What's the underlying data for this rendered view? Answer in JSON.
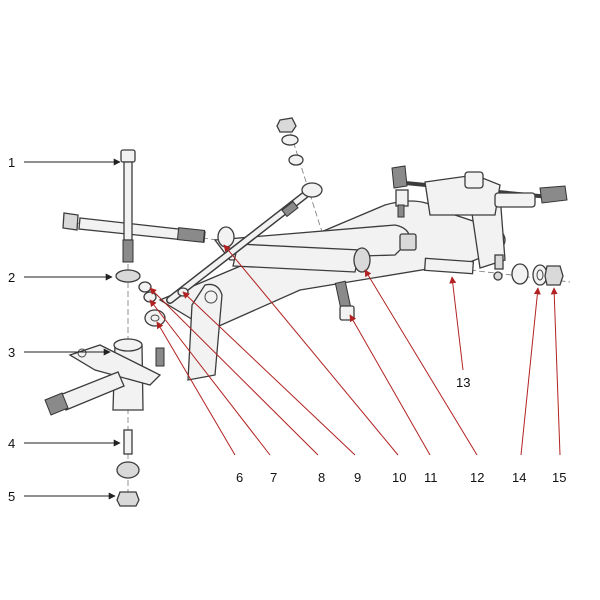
{
  "diagram": {
    "callout_line_colors": {
      "black": "#222222",
      "red": "#b22222"
    },
    "callouts": [
      {
        "id": "1",
        "label": "1"
      },
      {
        "id": "2",
        "label": "2"
      },
      {
        "id": "3",
        "label": "3"
      },
      {
        "id": "4",
        "label": "4"
      },
      {
        "id": "5",
        "label": "5"
      },
      {
        "id": "6",
        "label": "6"
      },
      {
        "id": "7",
        "label": "7"
      },
      {
        "id": "8",
        "label": "8"
      },
      {
        "id": "9",
        "label": "9"
      },
      {
        "id": "10",
        "label": "10"
      },
      {
        "id": "11",
        "label": "11"
      },
      {
        "id": "12",
        "label": "12"
      },
      {
        "id": "13",
        "label": "13"
      },
      {
        "id": "14",
        "label": "14"
      },
      {
        "id": "15",
        "label": "15"
      }
    ]
  }
}
